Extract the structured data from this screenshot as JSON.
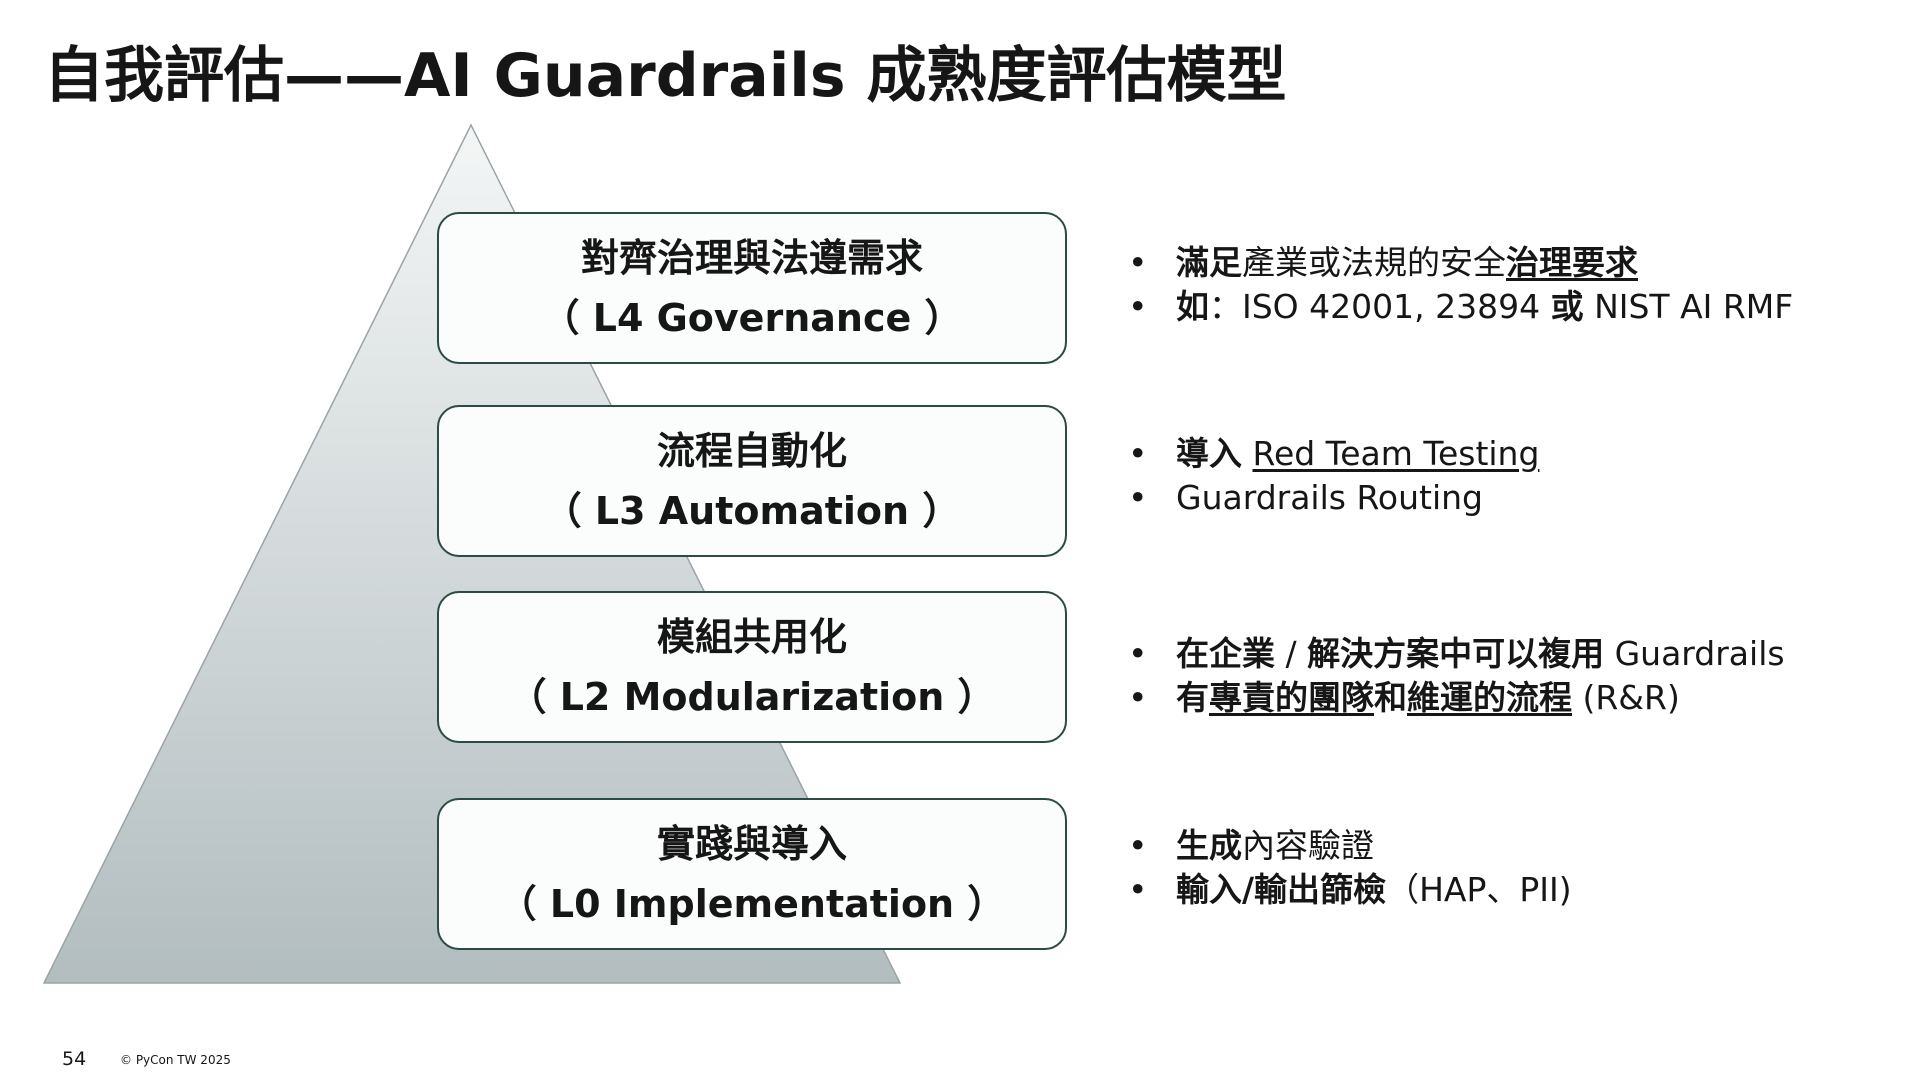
{
  "title": "自我評估——AI Guardrails 成熟度評估模型",
  "levels": [
    {
      "name": "對齊治理與法遵需求",
      "code": "（ L4 Governance ）",
      "bullets": [
        {
          "parts": [
            {
              "text": "滿足",
              "bold": true,
              "underline": false
            },
            {
              "text": "產業或法規的安全",
              "bold": false,
              "underline": false
            },
            {
              "text": "治理要求",
              "bold": true,
              "underline": true
            }
          ]
        },
        {
          "parts": [
            {
              "text": "如",
              "bold": true,
              "underline": false
            },
            {
              "text": "：ISO 42001, 23894 ",
              "bold": false,
              "underline": false
            },
            {
              "text": "或",
              "bold": true,
              "underline": false
            },
            {
              "text": " NIST AI RMF",
              "bold": false,
              "underline": false
            }
          ]
        }
      ]
    },
    {
      "name": "流程自動化",
      "code": "（ L3 Automation ）",
      "bullets": [
        {
          "parts": [
            {
              "text": "導入",
              "bold": true,
              "underline": false
            },
            {
              "text": " ",
              "bold": false,
              "underline": false
            },
            {
              "text": "Red Team Testing",
              "bold": false,
              "underline": true
            }
          ]
        },
        {
          "parts": [
            {
              "text": "Guardrails Routing",
              "bold": false,
              "underline": false
            }
          ]
        }
      ]
    },
    {
      "name": "模組共用化",
      "code": "（ L2  Modularization ）",
      "bullets": [
        {
          "parts": [
            {
              "text": "在企業",
              "bold": true,
              "underline": false
            },
            {
              "text": " / ",
              "bold": false,
              "underline": false
            },
            {
              "text": "解決方案中可以複用",
              "bold": true,
              "underline": false
            },
            {
              "text": " Guardrails",
              "bold": false,
              "underline": false
            }
          ]
        },
        {
          "parts": [
            {
              "text": "有",
              "bold": true,
              "underline": false
            },
            {
              "text": "專責的團隊",
              "bold": true,
              "underline": true
            },
            {
              "text": "和",
              "bold": true,
              "underline": false
            },
            {
              "text": "維運的流程",
              "bold": true,
              "underline": true
            },
            {
              "text": " (R&R)",
              "bold": false,
              "underline": false
            }
          ]
        }
      ]
    },
    {
      "name": "實踐與導入",
      "code": "（ L0 Implementation ）",
      "bullets": [
        {
          "parts": [
            {
              "text": "生成",
              "bold": true,
              "underline": false
            },
            {
              "text": "內容驗證",
              "bold": false,
              "underline": false
            }
          ]
        },
        {
          "parts": [
            {
              "text": "輸入/輸出篩檢",
              "bold": true,
              "underline": false
            },
            {
              "text": "（HAP、PII)",
              "bold": false,
              "underline": false
            }
          ]
        }
      ]
    }
  ],
  "bullet_glyph": "•",
  "footer": {
    "page_number": "54",
    "copyright": "© PyCon TW 2025"
  },
  "colors": {
    "box_border": "#2d4a45",
    "pyramid_top": "#f4f6f6",
    "pyramid_bottom": "#b2bdbf"
  }
}
